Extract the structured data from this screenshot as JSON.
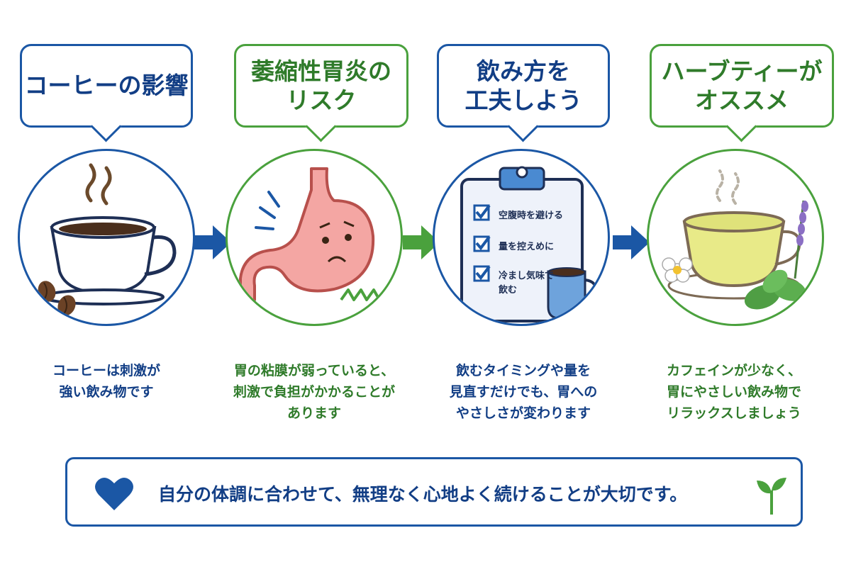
{
  "panels": [
    {
      "title_lines": [
        "コーヒーの影響"
      ],
      "desc_lines": [
        "コーヒーは刺激が",
        "強い飲み物です"
      ]
    },
    {
      "title_lines": [
        "萎縮性胃炎の",
        "リスク"
      ],
      "desc_lines": [
        "胃の粘膜が弱っていると、",
        "刺激で負担がかかることが",
        "あります"
      ]
    },
    {
      "title_lines": [
        "飲み方を",
        "工夫しよう"
      ],
      "checklist": [
        "空腹時を避ける",
        "量を控えめに",
        "冷まし気味で",
        "飲む"
      ],
      "desc_lines": [
        "飲むタイミングや量を",
        "見直すだけでも、胃への",
        "やさしさが変わります"
      ]
    },
    {
      "title_lines": [
        "ハーブティーが",
        "オススメ"
      ],
      "desc_lines": [
        "カフェインが少なく、",
        "胃にやさしい飲み物で",
        "リラックスしましょう"
      ]
    }
  ],
  "banner": {
    "text": "自分の体調に合わせて、無理なく心地よく続けることが大切です。"
  },
  "colors": {
    "blue": "#1b57a5",
    "green": "#4aa13d",
    "dark_blue_text": "#123e85",
    "dark_green_text": "#2f7b2a"
  },
  "icons": [
    "coffee-cup-icon",
    "coffee-beans-icon",
    "stomach-icon",
    "clipboard-icon",
    "checkbox-icon",
    "mug-icon",
    "herbal-tea-icon",
    "lavender-icon",
    "mint-leaf-icon",
    "flower-icon",
    "heart-icon",
    "sprout-icon",
    "arrow-right-icon"
  ]
}
